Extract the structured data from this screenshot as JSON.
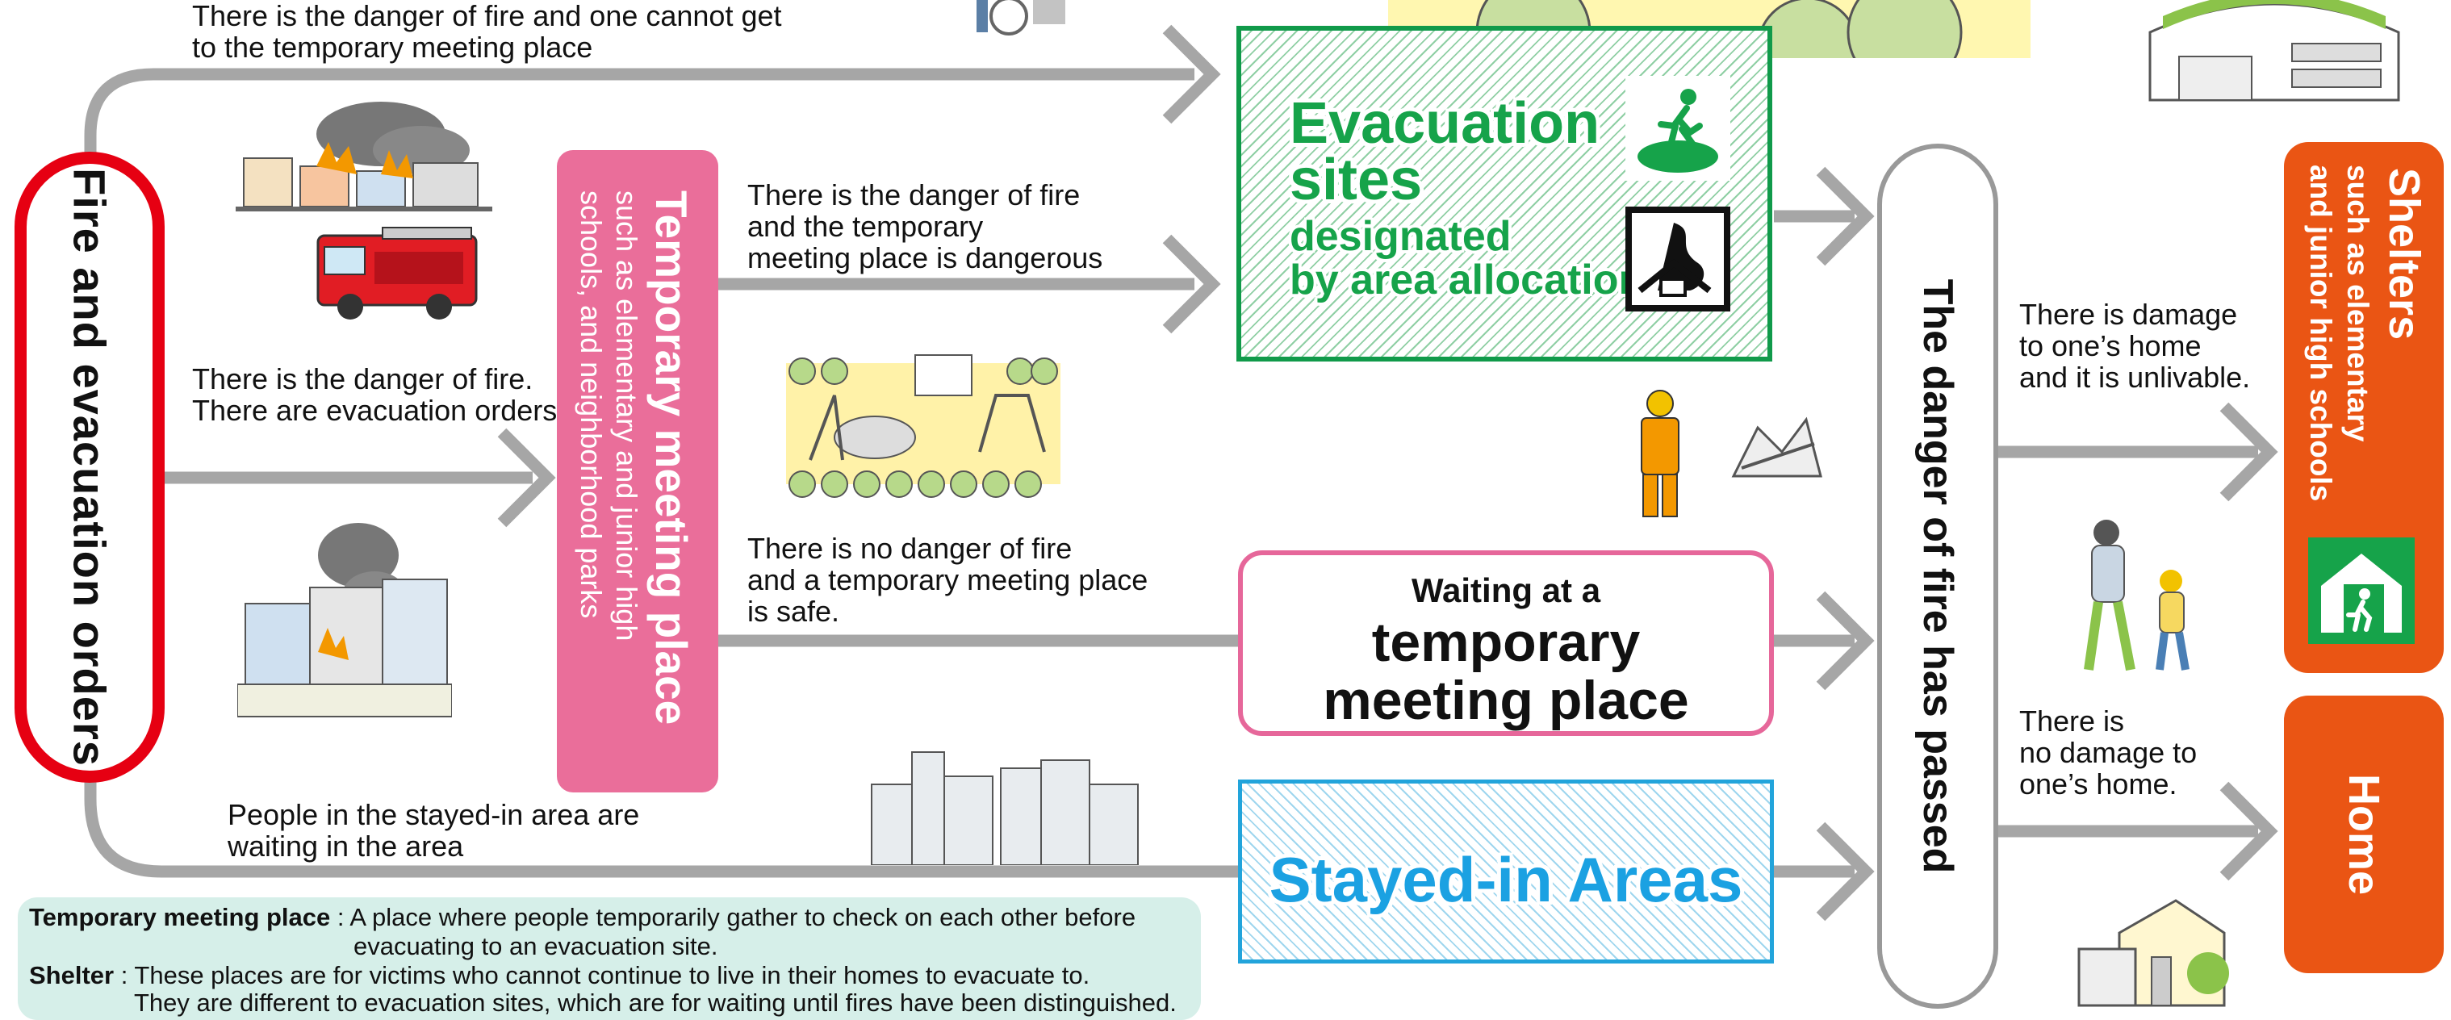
{
  "nodes": {
    "fire_orders": "Fire and evacuation orders",
    "temporary_title": "Temporary meeting place",
    "temporary_sub": "such as elementary and junior high\nschools, and neighborhood parks",
    "evac_title": "Evacuation\nsites",
    "evac_sub": "designated\nby area allocation",
    "waiting_small": "Waiting at a",
    "waiting_big": "temporary\nmeeting place",
    "stayed": "Stayed-in Areas",
    "passed": "The danger of fire has passed",
    "shelters_title": "Shelters",
    "shelters_sub": "such as elementary\nand junior high schools",
    "home": "Home"
  },
  "conditions": {
    "top": "There is the danger of fire and one cannot get\nto the temporary meeting place",
    "mid_left": "There is the danger of fire.\nThere are evacuation orders",
    "tmp_danger": "There is the danger of fire\nand the temporary\nmeeting place is dangerous",
    "tmp_safe": "There is no danger of fire\nand a temporary meeting place\nis safe.",
    "stayed": "People in the stayed-in area are\nwaiting in the area",
    "damage": "There is damage\nto one’s home\nand it is unlivable.",
    "no_damage": "There is\nno damage to\none’s home."
  },
  "legend": {
    "term1": "Temporary meeting place",
    "def1a": ": A place where people temporarily gather to check on each other before",
    "def1b": "evacuating to an evacuation site.",
    "term2": "Shelter",
    "def2a": ": These places are for victims who cannot continue to live in their homes to evacuate to.",
    "def2b": "They are different to evacuation sites, which are for waiting until fires have been distinguished."
  },
  "icons": [
    "wheelchair-icon",
    "burning-houses-icon",
    "fire-truck-icon",
    "park-icon",
    "burning-building-icon",
    "city-buildings-icon",
    "firefighter-icon",
    "collapsed-house-icon",
    "school-gym-icon",
    "family-walking-icon",
    "house-icon",
    "emergency-exit-icon",
    "fire-evacuation-icon",
    "shelter-sign-icon"
  ],
  "colors": {
    "fire_red": "#e60012",
    "pink": "#ea6e9a",
    "green": "#109a4a",
    "blue": "#22a4db",
    "orange": "#ea5514",
    "arrow_gray": "#a6a6a6",
    "legend_bg": "#d6efe9"
  }
}
